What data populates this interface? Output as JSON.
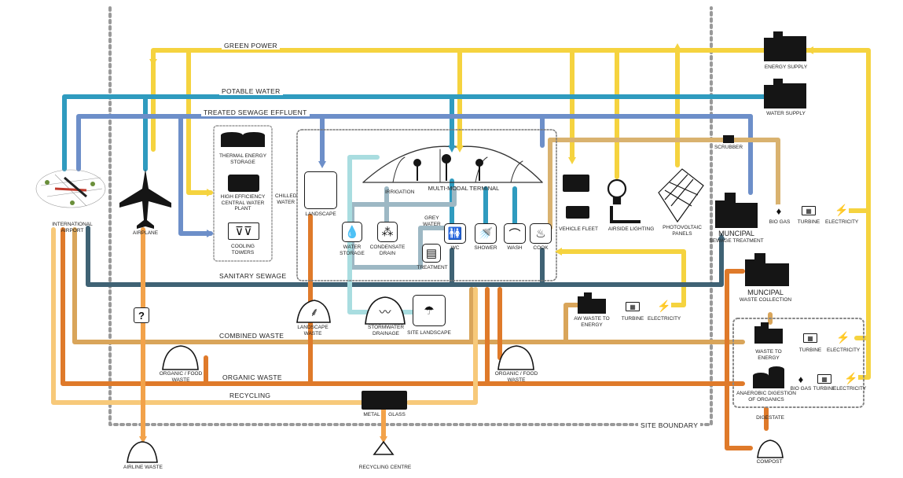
{
  "flows": {
    "green_power": "GREEN POWER",
    "potable_water": "POTABLE WATER",
    "treated_sewage_effluent": "TREATED SEWAGE EFFLUENT",
    "sanitary_sewage": "SANITARY SEWAGE",
    "combined_waste": "COMBINED WASTE",
    "organic_waste": "ORGANIC WASTE",
    "recycling": "RECYCLING",
    "site_boundary": "SITE BOUNDARY",
    "irrigation": "IRRIGATION",
    "grey_water": "GREY\nWATER",
    "chilled_water": "CHILLED\nWATER"
  },
  "nodes": {
    "energy_supply": "ENERGY SUPPLY",
    "water_supply": "WATER SUPPLY",
    "international_airport": "INTERNATIONAL\nAIRPORT",
    "airplane": "AIRPLANE",
    "thermal_energy_storage": "THERMAL ENERGY\nSTORAGE",
    "central_water_plant": "HIGH EFFICIENCY\nCENTRAL WATER\nPLANT",
    "cooling_towers": "COOLING\nTOWERS",
    "landscape": "LANDSCAPE",
    "multi_modal_terminal": "MULTI-MODAL TERMINAL",
    "water_storage": "WATER\nSTORAGE",
    "condensate_drain": "CONDENSATE\nDRAIN",
    "treatment": "TREATMENT",
    "wc": "WC",
    "shower": "SHOWER",
    "wash": "WASH",
    "cook": "COOK",
    "vehicle_fleet": "VEHICLE FLEET",
    "airside_lighting": "AIRSIDE LIGHTING",
    "photovoltaic_panels": "PHOTOVOLTAIC\nPANELS",
    "scrubber": "SCRUBBER",
    "municipal_sewage_title": "MUNCIPAL",
    "municipal_sewage_sub": "SEWAGE TREATMENT",
    "bio_gas": "BIO GAS",
    "turbine": "TURBINE",
    "electricity": "ELECTRICITY",
    "unknown": "?",
    "landscape_waste": "LANDSCAPE\nWASTE",
    "stormwater_drainage": "STORMWATER\nDRAINAGE",
    "site_landscape": "SITE LANDSCAPE",
    "aw_waste_to_energy": "AW WASTE TO\nENERGY",
    "municipal_waste_title": "MUNCIPAL",
    "municipal_waste_sub": "WASTE COLLECTION",
    "waste_to_energy": "WASTE TO\nENERGY",
    "anaerobic_digestion": "ANAEROBIC DIGESTION\nOF ORGANICS",
    "organic_food_waste": "ORGANIC / FOOD\nWASTE",
    "metal": "METAL",
    "glass": "GLASS",
    "digestate": "DIGESTATE",
    "compost": "COMPOST",
    "airline_waste": "AIRLINE WASTE",
    "recycling_centre": "RECYCLING CENTRE"
  },
  "colors": {
    "green_power": "#f5d33f",
    "potable_water": "#2f9bbf",
    "treated_sewage": "#6d8fc9",
    "sanitary_sewage": "#3f6274",
    "grey_water": "#9db8c4",
    "stormwater": "#a9dde0",
    "combined_waste": "#d9a55a",
    "organic_waste": "#df7a2a",
    "recycling": "#f7c97a",
    "airline_waste": "#f2a24a",
    "boundary": "#999999"
  }
}
